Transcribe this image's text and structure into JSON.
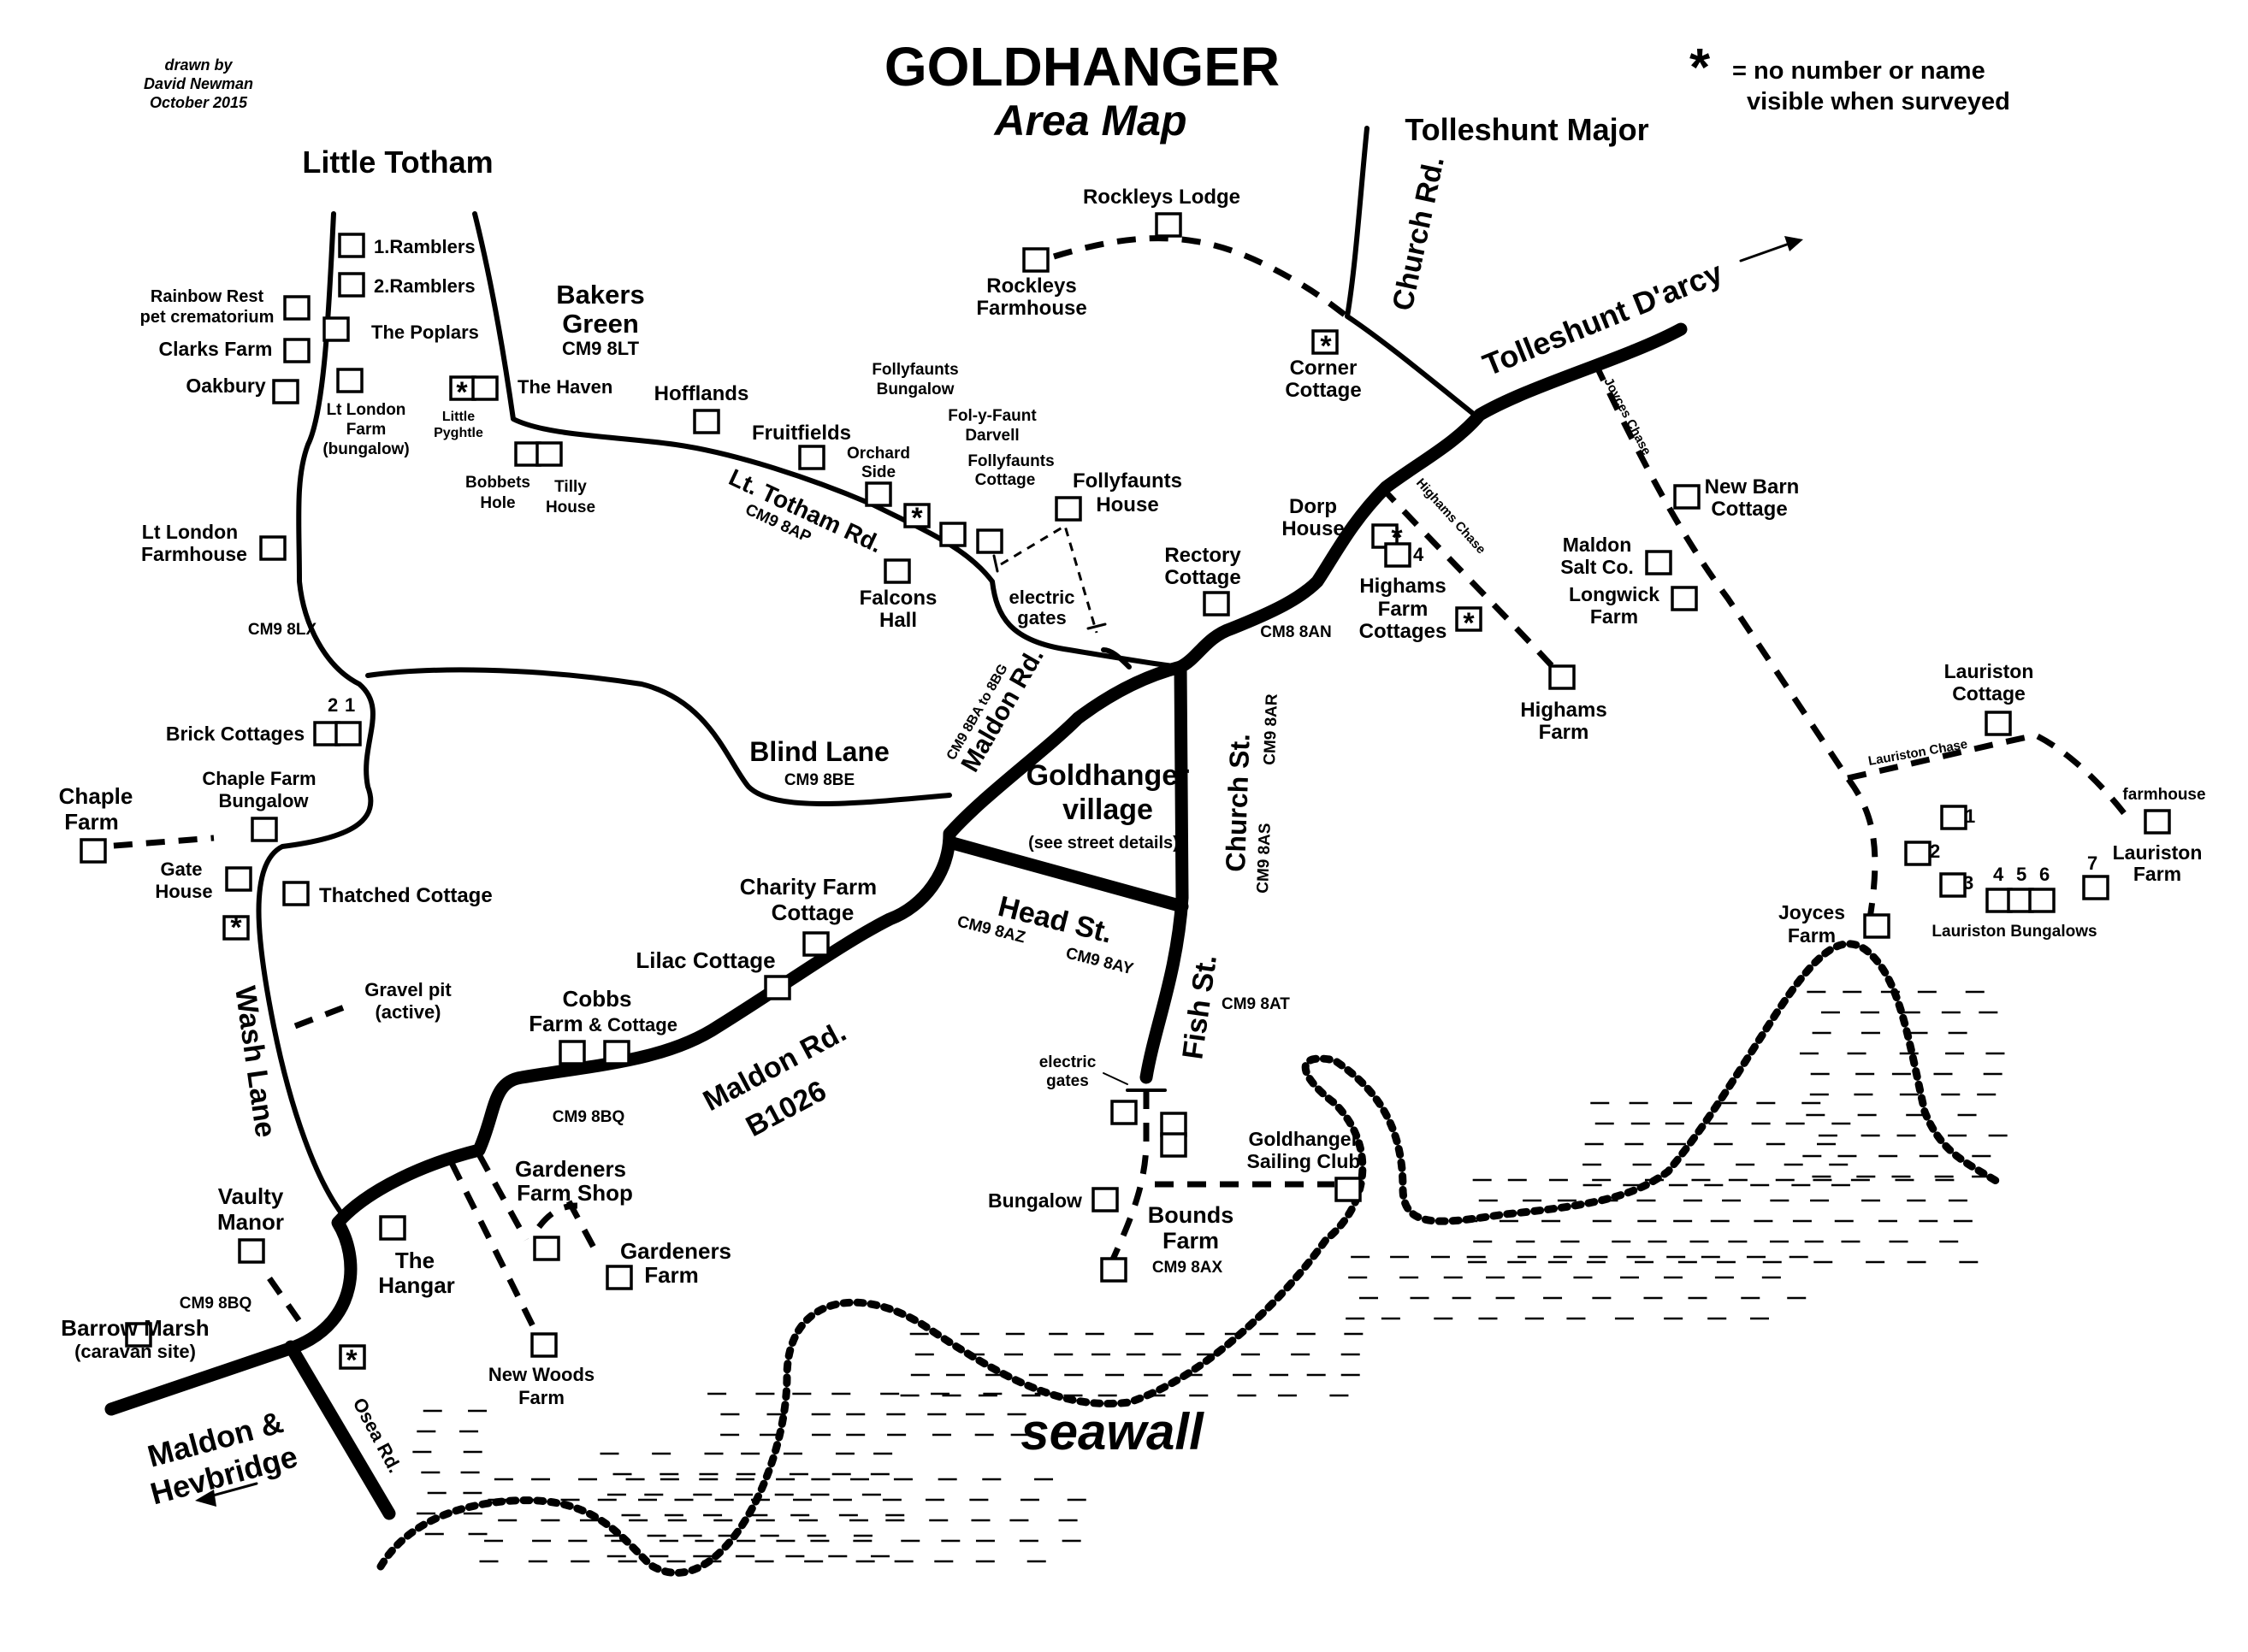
{
  "title": "GOLDHANGER",
  "subtitle": "Area Map",
  "credit": [
    "drawn by",
    "David Newman",
    "October 2015"
  ],
  "legend": {
    "symbol": "*",
    "text": [
      "= no number or name",
      "visible when surveyed"
    ]
  },
  "places": {
    "little_totham": "Little Totham",
    "tolleshunt_major": "Tolleshunt Major",
    "tolleshunt_darcy": "Tolleshunt D'arcy",
    "maldon_heybridge": [
      "Maldon &",
      "Hevbridge"
    ],
    "bakers_green": [
      "Bakers",
      "Green",
      "CM9 8LT"
    ],
    "village": [
      "Goldhanger",
      "village",
      "(see street details)"
    ],
    "seawall": "seawall"
  },
  "roads": {
    "church_rd": "Church Rd.",
    "lt_totham_rd": "Lt. Totham Rd.",
    "lt_totham_pc": "CM9 8AP",
    "blind_lane": "Blind Lane",
    "blind_lane_pc": "CM9 8BE",
    "maldon_rd_north": "Maldon Rd.",
    "maldon_rd_north_pc": "CM9 8BA to 8BG",
    "church_st": "Church St.",
    "church_st_pc1": "CM9 8AR",
    "church_st_pc2": "CM9 8AS",
    "head_st": "Head St.",
    "head_st_pc1": "CM9 8AZ",
    "head_st_pc2": "CM9 8AY",
    "fish_st": "Fish St.",
    "fish_st_pc": "CM9 8AT",
    "maldon_rd_south": [
      "Maldon Rd.",
      "B1026"
    ],
    "wash_lane": "Wash Lane",
    "osea_rd": "Osea Rd.",
    "joyces_chase": "Joyces Chase",
    "highams_chase": "Highams Chase",
    "lauriston_chase": "Lauriston Chase"
  },
  "postcodes": {
    "cm9_8lx": "CM9 8LX",
    "cm8_8an": "CM8 8AN",
    "cm9_8bq_a": "CM9 8BQ",
    "cm9_8bq_b": "CM9 8BQ",
    "cm9_8ax": "CM9 8AX"
  },
  "labels": {
    "ramblers1": "1.Ramblers",
    "ramblers2": "2.Ramblers",
    "rainbow_rest": [
      "Rainbow Rest",
      "pet crematorium"
    ],
    "clarks_farm": "Clarks Farm",
    "the_poplars": "The Poplars",
    "oakbury": "Oakbury",
    "lt_london_farm": [
      "Lt London",
      "Farm",
      "(bungalow)"
    ],
    "little_pyghtle": [
      "Little",
      "Pyghtle"
    ],
    "the_haven": "The Haven",
    "bobbets_hole": [
      "Bobbets",
      "Hole"
    ],
    "tilly_house": [
      "Tilly",
      "House"
    ],
    "hofflands": "Hofflands",
    "fruitfields": "Fruitfields",
    "orchard_side": [
      "Orchard",
      "Side"
    ],
    "follyfaunts_bungalow": [
      "Follyfaunts",
      "Bungalow"
    ],
    "fol_y_faunt": [
      "Fol-y-Faunt",
      "Darvell"
    ],
    "follyfaunts_cottage": [
      "Follyfaunts",
      "Cottage"
    ],
    "follyfaunts_house": [
      "Follyfaunts",
      "House"
    ],
    "falcons_hall": [
      "Falcons",
      "Hall"
    ],
    "electric_gates_1": [
      "electric",
      "gates"
    ],
    "electric_gates_2": [
      "electric",
      "gates"
    ],
    "rockleys_lodge": "Rockleys Lodge",
    "rockleys_farmhouse": [
      "Rockleys",
      "Farmhouse"
    ],
    "corner_cottage": [
      "Corner",
      "Cottage"
    ],
    "dorp_house": [
      "Dorp",
      "House"
    ],
    "rectory_cottage": [
      "Rectory",
      "Cottage"
    ],
    "highams_farm_cottages": [
      "Highams",
      "Farm",
      "Cottages"
    ],
    "highams_farm": [
      "Highams",
      "Farm"
    ],
    "num_4": "4",
    "new_barn_cottage": [
      "New Barn",
      "Cottage"
    ],
    "maldon_salt": [
      "Maldon",
      "Salt Co."
    ],
    "longwick_farm": [
      "Longwick",
      "Farm"
    ],
    "lauriston_cottage": [
      "Lauriston",
      "Cottage"
    ],
    "farmhouse": "farmhouse",
    "lauriston_farm": [
      "Lauriston",
      "Farm"
    ],
    "lb_1": "1",
    "lb_2": "2",
    "lb_3": "3",
    "lb_4": "4",
    "lb_5": "5",
    "lb_6": "6",
    "lb_7": "7",
    "lauriston_bungalows": "Lauriston Bungalows",
    "joyces_farm": [
      "Joyces",
      "Farm"
    ],
    "lt_london_farmhouse": [
      "Lt London",
      "Farmhouse"
    ],
    "brick_cottages": "Brick Cottages",
    "brick_2": "2",
    "brick_1": "1",
    "chaple_farm": [
      "Chaple",
      "Farm"
    ],
    "chaple_farm_bungalow": [
      "Chaple Farm",
      "Bungalow"
    ],
    "gate_house": [
      "Gate",
      "House"
    ],
    "thatched_cottage": "Thatched Cottage",
    "gravel_pit": [
      "Gravel pit",
      "(active)"
    ],
    "charity_farm_cottage": [
      "Charity Farm",
      "Cottage"
    ],
    "lilac_cottage": "Lilac Cottage",
    "cobbs_farm": [
      "Cobbs",
      "Farm",
      "& Cottage"
    ],
    "gardeners_farm_shop": [
      "Gardeners",
      "Farm Shop"
    ],
    "gardeners_farm": [
      "Gardeners",
      "Farm"
    ],
    "the_hangar": [
      "The",
      "Hangar"
    ],
    "new_woods_farm": [
      "New Woods",
      "Farm"
    ],
    "vaulty_manor": [
      "Vaulty",
      "Manor"
    ],
    "barrow_marsh": [
      "Barrow Marsh",
      "(caravan site)"
    ],
    "goldhanger_sailing_club": [
      "Goldhanger",
      "Sailing Club"
    ],
    "bungalow": "Bungalow",
    "bounds_farm": [
      "Bounds",
      "Farm"
    ]
  },
  "star": "*",
  "colors": {
    "ink": "#000000",
    "paper": "#ffffff"
  },
  "icons": [
    "building-square-icon",
    "arrow-right-icon",
    "arrow-left-icon"
  ]
}
